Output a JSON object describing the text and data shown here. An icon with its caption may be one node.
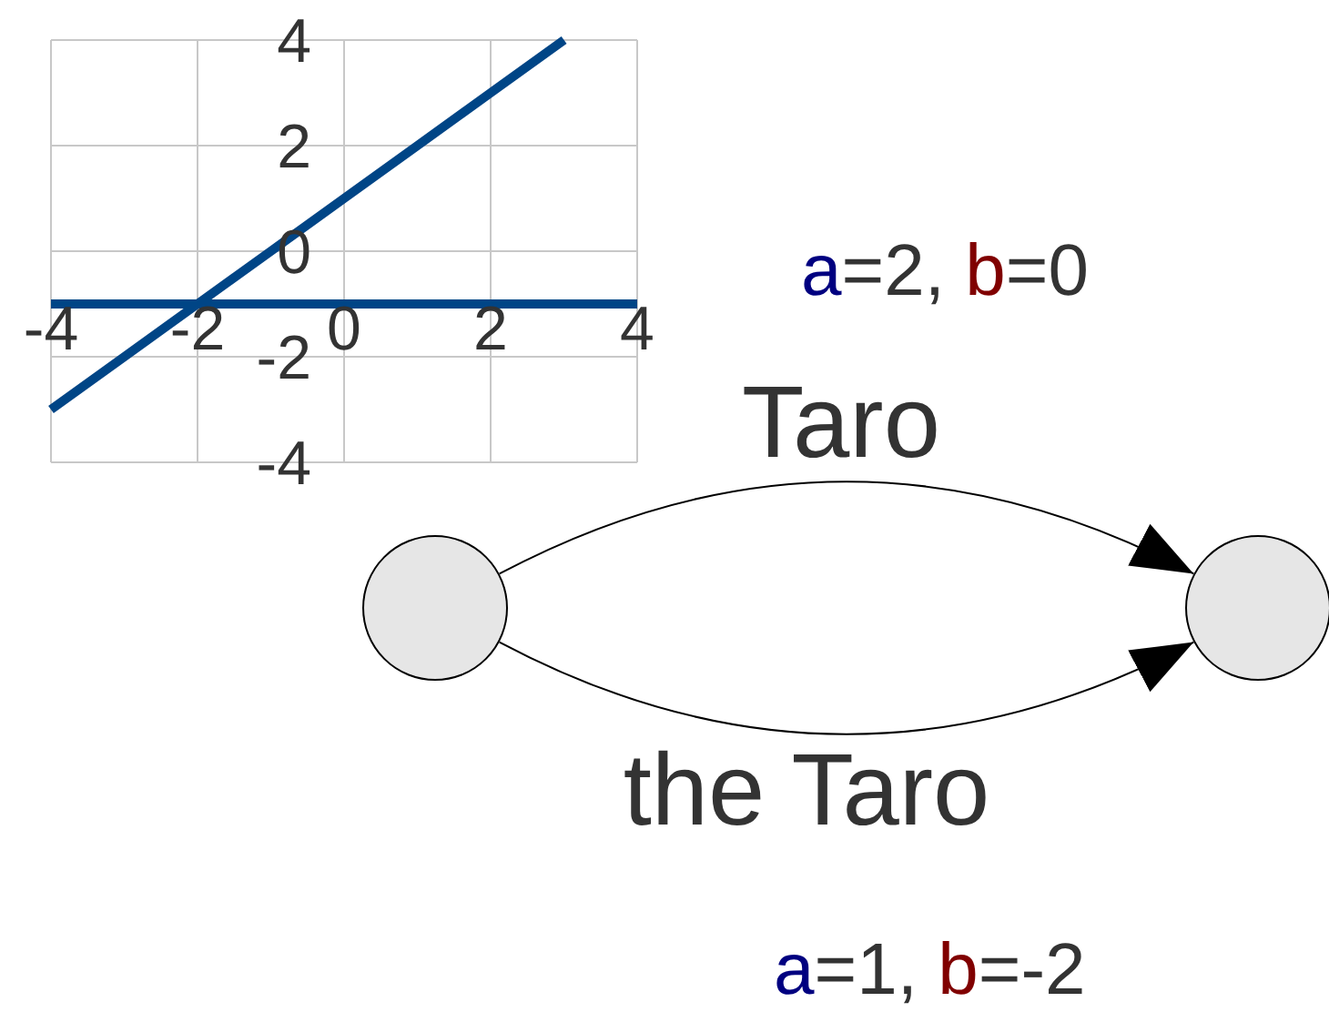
{
  "diagram": {
    "nodes": [
      {
        "text": [],
        "shape": "circle"
      },
      {
        "text": [],
        "shape": "circle"
      }
    ],
    "edges": [
      {
        "from": 0,
        "to": 1,
        "arrow": "to",
        "label": "Taro"
      },
      {
        "from": 0,
        "to": 1,
        "arrow": "to",
        "label": "the Taro"
      }
    ],
    "labels": [
      "a=2, b=0",
      "a=1, b=-2"
    ],
    "chart_data": {
      "type": "line",
      "x": [
        -4,
        -3,
        -2,
        -1,
        0,
        1,
        2,
        3,
        4
      ],
      "series": [
        {
          "color": "#004586",
          "values": [
            -3,
            -2,
            -1,
            0,
            1,
            2,
            3,
            4,
            null
          ]
        },
        {
          "color": "#004586",
          "values": [
            -1,
            -1,
            -1,
            -1,
            -1,
            -1,
            -1,
            -1,
            -1
          ]
        }
      ],
      "grid": true,
      "xlim": [
        -4,
        4
      ],
      "ylim": [
        -4,
        4
      ],
      "xticks": [
        -4,
        -2,
        0,
        2,
        4
      ],
      "yticks": [
        -4,
        -2,
        0,
        2,
        4
      ]
    }
  }
}
